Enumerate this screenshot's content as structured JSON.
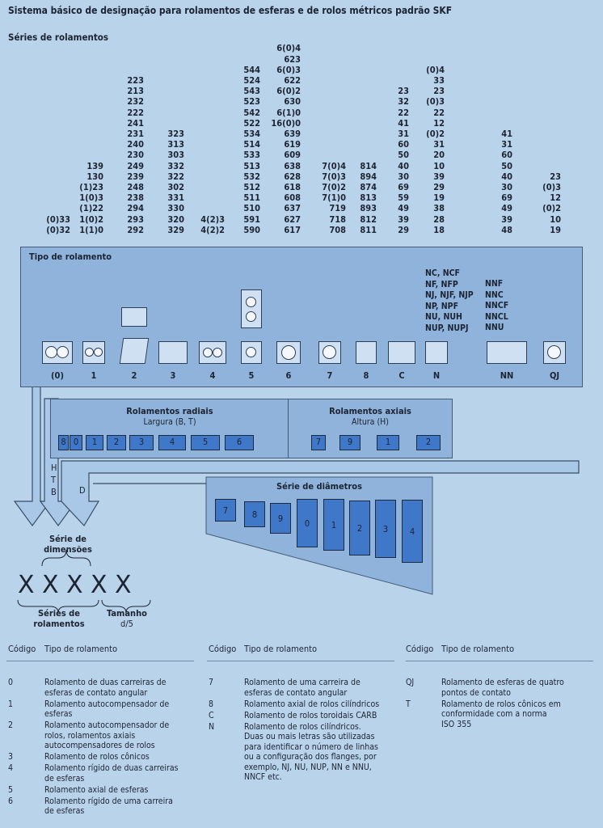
{
  "title": "Sistema básico de designação para rolamentos de esferas e de rolos métricos padrão SKF",
  "series_label": "Séries de rolamentos",
  "series_columns": [
    [
      "(0)33",
      "(0)32"
    ],
    [
      "139",
      "130",
      "(1)23",
      "1(0)3",
      "(1)22",
      "1(0)2",
      "1(1)0"
    ],
    [
      "223",
      "213",
      "232",
      "222",
      "241",
      "231",
      "240",
      "230",
      "249",
      "239",
      "248",
      "238",
      "294",
      "293",
      "292"
    ],
    [
      "323",
      "313",
      "303",
      "332",
      "322",
      "302",
      "331",
      "330",
      "320",
      "329"
    ],
    [
      "4(2)3",
      "4(2)2"
    ],
    [
      "544",
      "524",
      "543",
      "523",
      "542",
      "522",
      "534",
      "514",
      "533",
      "513",
      "532",
      "512",
      "511",
      "510",
      "591",
      "590"
    ],
    [
      "6(0)4",
      "623",
      "6(0)3",
      "622",
      "6(0)2",
      "630",
      "6(1)0",
      "16(0)0",
      "639",
      "619",
      "609",
      "638",
      "628",
      "618",
      "608",
      "637",
      "627",
      "617"
    ],
    [
      "7(0)4",
      "7(0)3",
      "7(0)2",
      "7(1)0",
      "719",
      "718",
      "708"
    ],
    [
      "814",
      "894",
      "874",
      "813",
      "893",
      "812",
      "811"
    ],
    [
      "23",
      "32",
      "22",
      "41",
      "31",
      "60",
      "50",
      "40",
      "30",
      "69",
      "59",
      "49",
      "39",
      "29"
    ],
    [
      "(0)4",
      "33",
      "23",
      "(0)3",
      "22",
      "12",
      "(0)2",
      "31",
      "20",
      "10",
      "39",
      "29",
      "19",
      "38",
      "28",
      "18"
    ],
    [
      "41",
      "31",
      "60",
      "50",
      "40",
      "30",
      "69",
      "49",
      "39",
      "48"
    ],
    [
      "23",
      "(0)3",
      "12",
      "(0)2",
      "10",
      "19"
    ]
  ],
  "tipo_label": "Tipo de rolamento",
  "bearing_codes": [
    "(0)",
    "1",
    "2",
    "3",
    "4",
    "5",
    "6",
    "7",
    "8",
    "C",
    "N",
    "NN",
    "QJ"
  ],
  "n_variants": [
    "NC, NCF",
    "NF, NFP",
    "NJ, NJF, NJP",
    "NP, NPF",
    "NU, NUH",
    "NUP, NUPJ"
  ],
  "nn_variants": [
    "NNF",
    "NNC",
    "NNCF",
    "NNCL",
    "NNU"
  ],
  "radial": {
    "heading": "Rolamentos radiais",
    "sub": "Largura (B, T)",
    "boxes": [
      "8",
      "0",
      "1",
      "2",
      "3",
      "4",
      "5",
      "6"
    ]
  },
  "axial": {
    "heading": "Rolamentos axiais",
    "sub": "Altura (H)",
    "boxes": [
      "7",
      "9",
      "1",
      "2"
    ]
  },
  "htb": [
    "H",
    "T",
    "B"
  ],
  "d_label": "D",
  "diam": {
    "heading": "Série de diâmetros",
    "boxes": [
      "7",
      "8",
      "9",
      "0",
      "1",
      "2",
      "3",
      "4"
    ]
  },
  "dim_label": [
    "Série de",
    "dimensões"
  ],
  "x_marks": [
    "X",
    "X",
    "X",
    "X",
    "X"
  ],
  "series_bottom": [
    "Séries de",
    "rolamentos"
  ],
  "size_label": [
    "Tamanho",
    "d/5"
  ],
  "table_headers": {
    "code": "Código",
    "type": "Tipo de rolamento"
  },
  "table_col1": [
    {
      "code": "0",
      "text": [
        "Rolamento de duas carreiras de",
        "esferas de contato angular"
      ]
    },
    {
      "code": "1",
      "text": [
        "Rolamento autocompensador de",
        "esferas"
      ]
    },
    {
      "code": "2",
      "text": [
        "Rolamento autocompensador de",
        "rolos, rolamentos axiais",
        "autocompensadores de rolos"
      ]
    },
    {
      "code": "3",
      "text": [
        "Rolamento de rolos cônicos"
      ]
    },
    {
      "code": "4",
      "text": [
        "Rolamento rígido de duas carreiras",
        "de esferas"
      ]
    },
    {
      "code": "5",
      "text": [
        "Rolamento axial de esferas"
      ]
    },
    {
      "code": "6",
      "text": [
        "Rolamento rígido de uma carreira",
        "de esferas"
      ]
    }
  ],
  "table_col2": [
    {
      "code": "7",
      "text": [
        "Rolamento de uma carreira de",
        "esferas de contato angular"
      ]
    },
    {
      "code": "8",
      "text": [
        "Rolamento axial de rolos cilíndricos"
      ]
    },
    {
      "code": "C",
      "text": [
        "Rolamento de rolos toroidais CARB"
      ]
    },
    {
      "code": "N",
      "text": [
        "Rolamento de rolos cilíndricos.",
        "Duas ou mais letras são utilizadas",
        "para identificar o número de linhas",
        "ou a configuração dos flanges, por",
        "exemplo, NJ, NU, NUP, NN e NNU,",
        "NNCF etc."
      ]
    }
  ],
  "table_col3": [
    {
      "code": "QJ",
      "text": [
        "Rolamento de esferas de quatro",
        "pontos de contato"
      ]
    },
    {
      "code": "T",
      "text": [
        "Rolamento de rolos cônicos em",
        "conformidade com a norma",
        "ISO 355"
      ]
    }
  ],
  "colors": {
    "background": "#b9d3ea",
    "panel": "#8fb3db",
    "box": "#3f77c9",
    "ink": "#1d2433"
  }
}
